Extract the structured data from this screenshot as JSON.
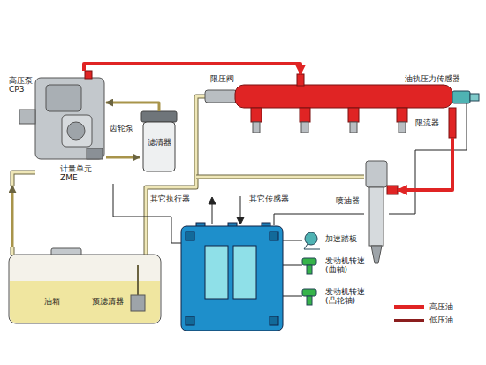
{
  "diagram": {
    "nodes": [
      {
        "text": [
          "高压泵 CP3",
          "计量单元 ZME"
        ]
      },
      {
        "text": [
          "滤清器"
        ]
      },
      {
        "text": [
          "限压阀",
          "油轨压力传感器",
          "限流器"
        ]
      },
      {
        "text": [
          "喷油器"
        ]
      },
      {
        "text": [
          "油箱",
          "预滤清器"
        ]
      }
    ],
    "edges": [
      {
        "from": 4,
        "to": 0,
        "arrow": "to"
      },
      {
        "from": 0,
        "to": 1,
        "arrow": "to"
      },
      {
        "from": 1,
        "to": 0,
        "arrow": "to"
      },
      {
        "from": 0,
        "to": 2,
        "arrow": "to"
      },
      {
        "from": 2,
        "to": 3,
        "arrow": "to"
      }
    ],
    "labels": [
      "齿轮泵",
      "其它执行器",
      "其它传感器",
      "加速踏板",
      "发动机转速 (曲轴)",
      "发动机转速 (凸轮轴)"
    ],
    "legend": [
      {
        "text": "高压油",
        "color": "#e02424"
      },
      {
        "text": "低压油",
        "color": "#8b1e1e"
      }
    ]
  }
}
